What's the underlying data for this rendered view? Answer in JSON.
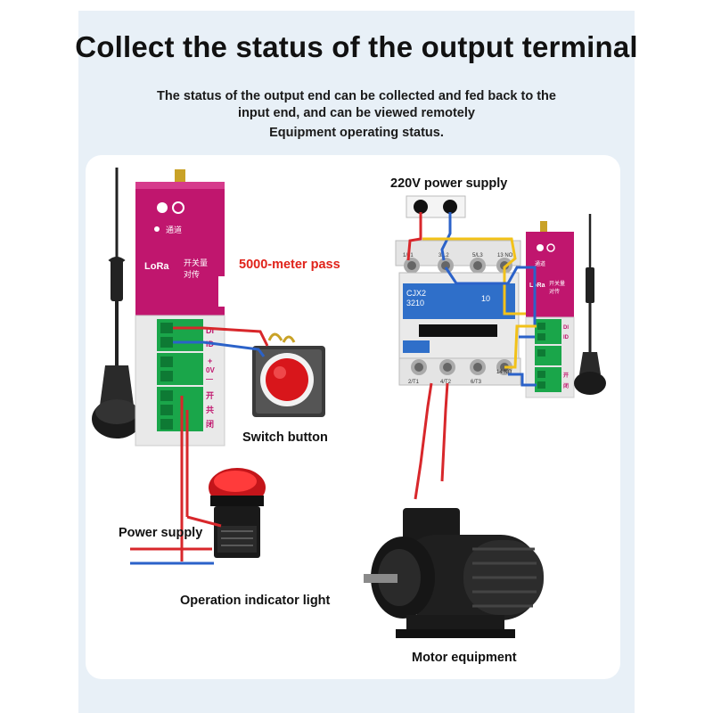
{
  "title": "Collect the status of the output terminal",
  "subtitle": {
    "line1": "The status of the output end can be collected and fed back to the",
    "line2": "input end, and can be viewed remotely",
    "line3": "Equipment operating status."
  },
  "labels": {
    "power_220v": "220V power supply",
    "pass": "5000-meter pass",
    "switch_button": "Switch button",
    "power_supply": "Power supply",
    "indicator_light": "Operation indicator light",
    "motor": "Motor equipment"
  },
  "device": {
    "brand": "LoRa",
    "text_cn_1": "开关量",
    "text_cn_2": "对传",
    "led_label_1": "通道",
    "terminal_labels": [
      "DI",
      "ID",
      "+",
      "0V",
      "—",
      "开",
      "共",
      "闭"
    ]
  },
  "contactor": {
    "model": "CJX2",
    "code": "3210",
    "number": "10",
    "top_terminals": [
      "1/L1",
      "3/L2",
      "5/L3",
      "13 NO"
    ],
    "bottom_terminals": [
      "2/T1",
      "4/T2",
      "6/T3",
      "14 NO"
    ]
  },
  "colors": {
    "device_magenta": "#c0166e",
    "terminal_green": "#1aa64a",
    "wire_red": "#d8272b",
    "wire_blue": "#2b62c9",
    "wire_yellow": "#f2c21a",
    "contactor_blue": "#2f6fc9"
  }
}
